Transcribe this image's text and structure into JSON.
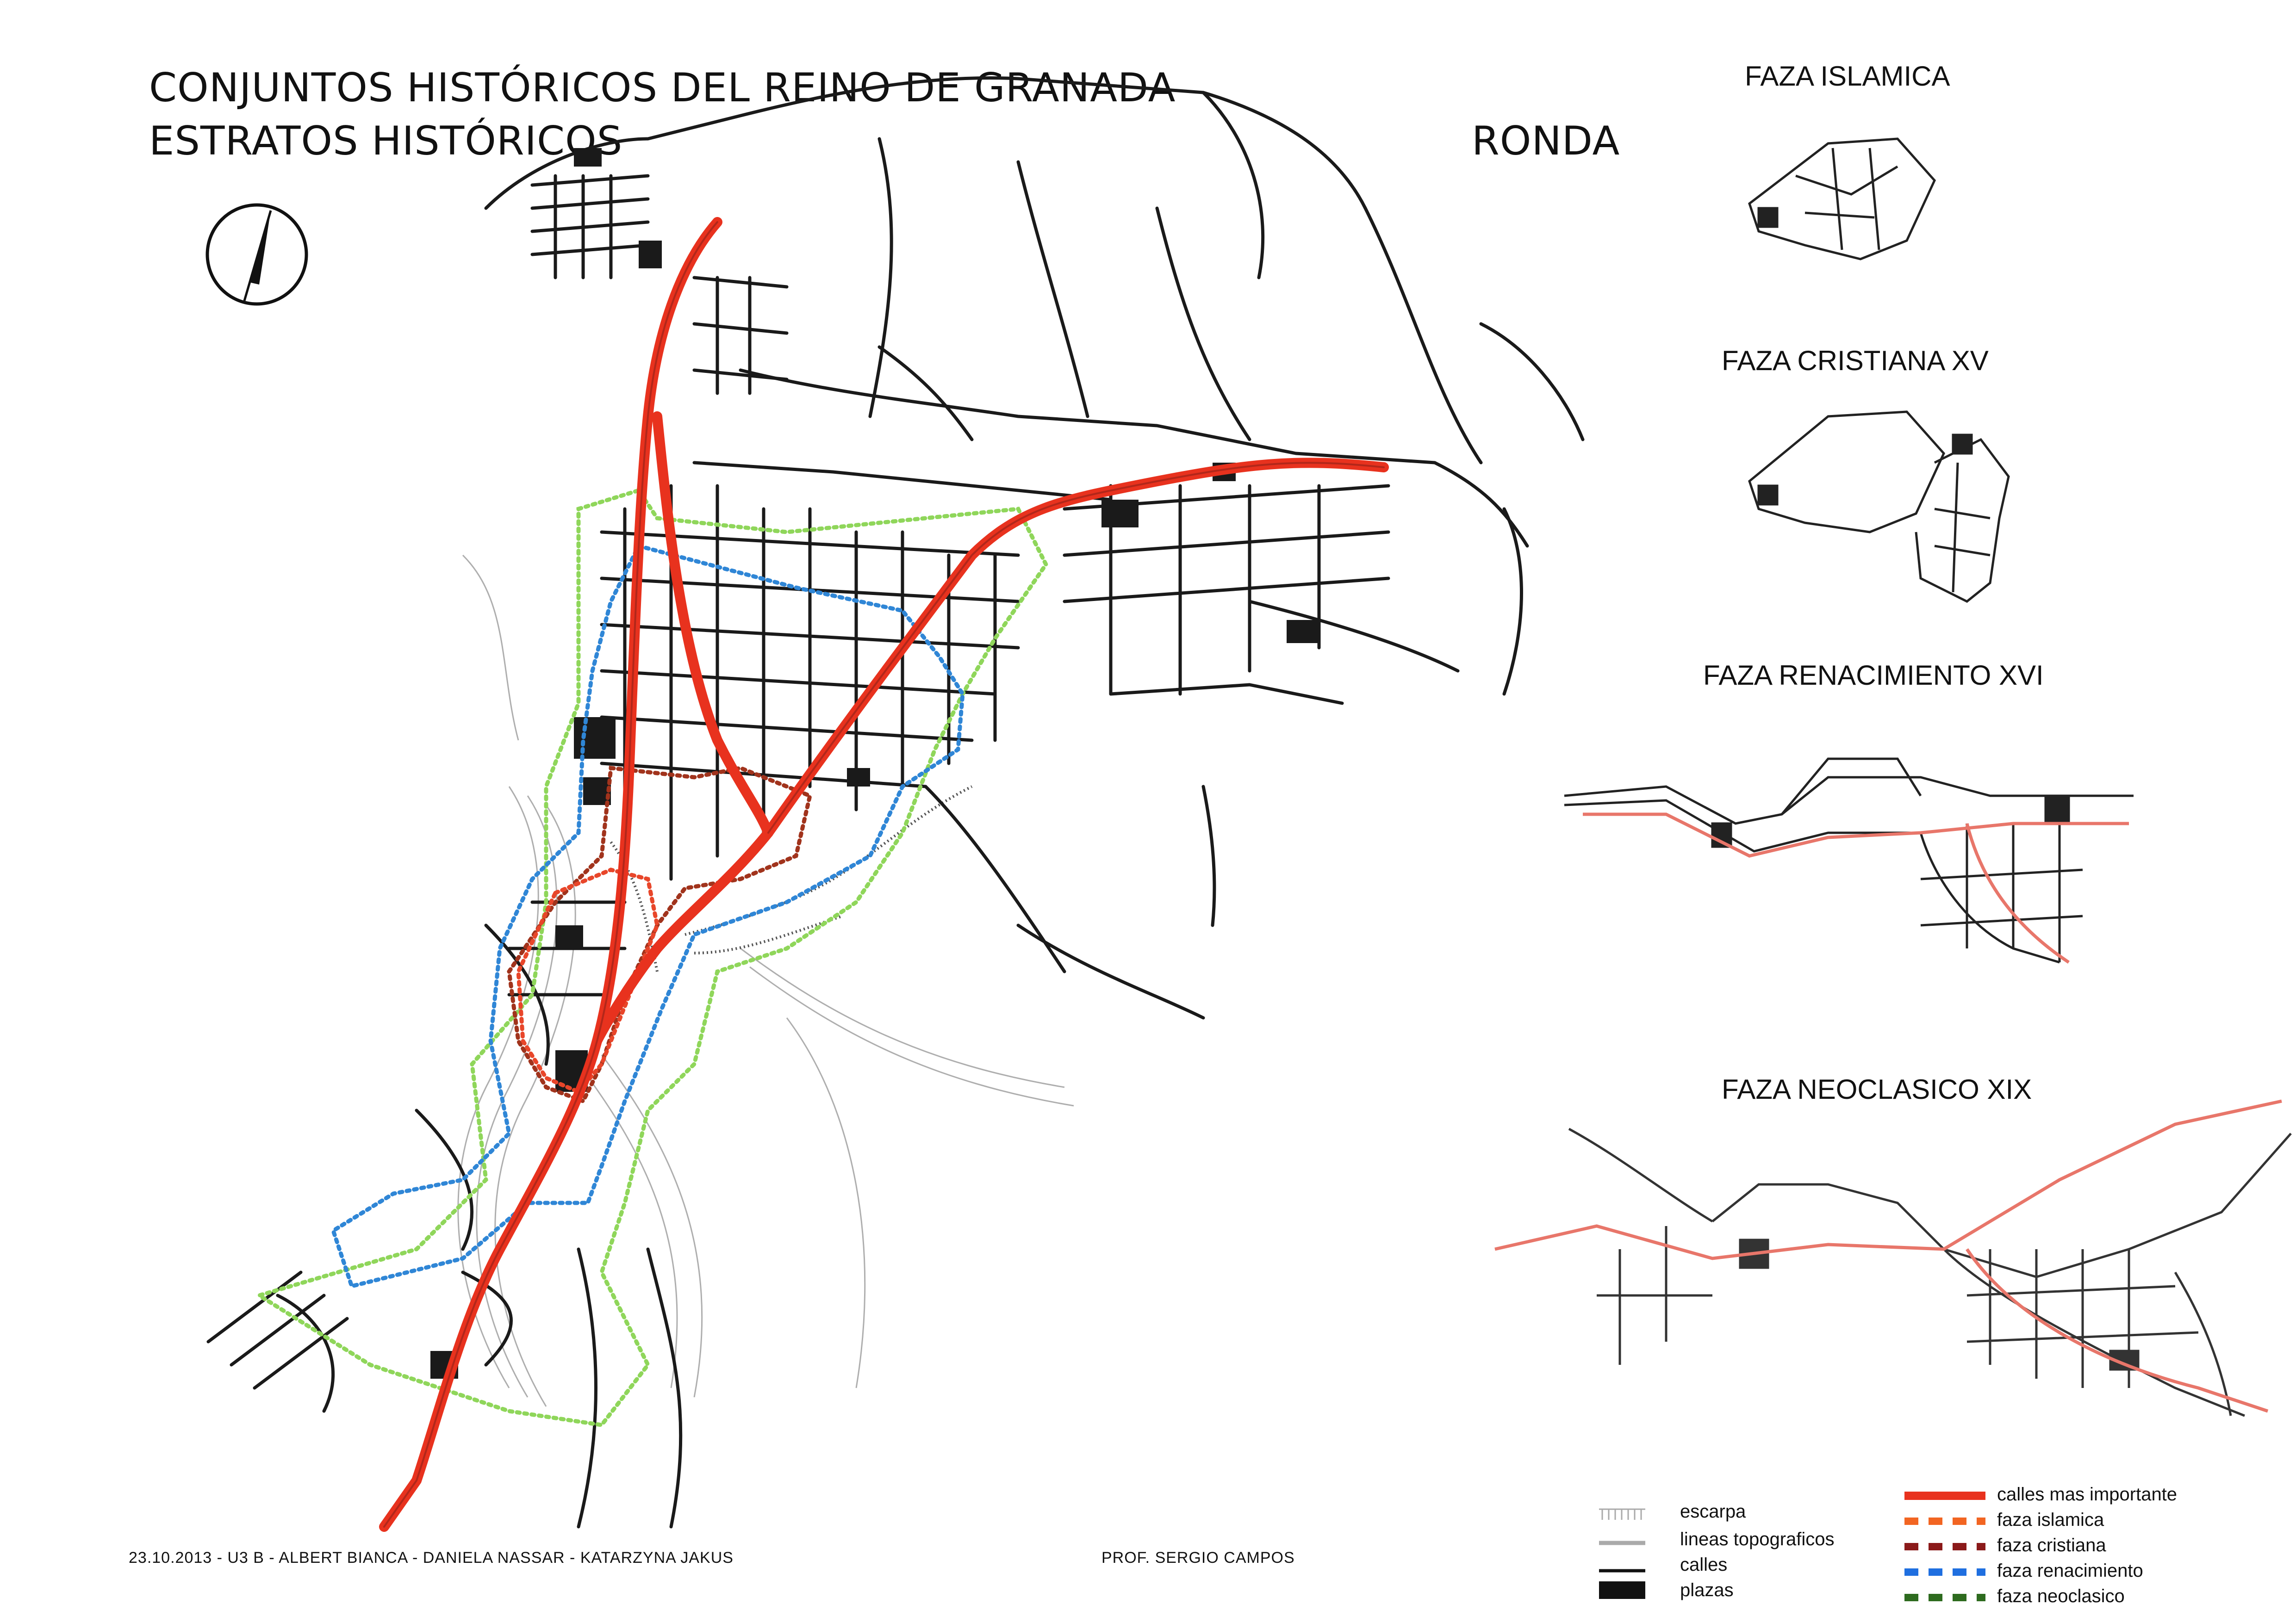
{
  "header": {
    "title_line1": "CONJUNTOS HISTÓRICOS DEL REINO DE GRANADA",
    "title_line2": "ESTRATOS HISTÓRICOS",
    "city": "RONDA"
  },
  "phases": [
    {
      "label": "FAZA ISLAMICA"
    },
    {
      "label": "FAZA CRISTIANA  XV"
    },
    {
      "label": "FAZA RENACIMIENTO   XVI"
    },
    {
      "label": "FAZA NEOCLASICO  XIX"
    }
  ],
  "legend_left": [
    {
      "label": "escarpa",
      "icon": "escarpa-hatch-icon"
    },
    {
      "label": "lineas topograficos",
      "icon": "grey-line-icon"
    },
    {
      "label": "calles",
      "icon": "black-line-icon"
    },
    {
      "label": "plazas",
      "icon": "black-fill-icon"
    }
  ],
  "legend_right": [
    {
      "label": "calles mas importante",
      "color": "#e8321e"
    },
    {
      "label": "faza islamica",
      "color": "#f26522"
    },
    {
      "label": "faza cristiana",
      "color": "#8b1a1a"
    },
    {
      "label": "faza renacimiento",
      "color": "#1f6fe0"
    },
    {
      "label": "faza neoclasico",
      "color": "#2e6b1f"
    }
  ],
  "footer": {
    "credits": "23.10.2013  -  U3 B  -  ALBERT BIANCA  -  DANIELA NASSAR  -  KATARZYNA JAKUS",
    "professor": "PROF. SERGIO CAMPOS"
  },
  "colors": {
    "main_street": "#e8321e",
    "neoclasico_boundary": "#8fd65a",
    "renacimiento_boundary": "#2f86d6",
    "cristiana_boundary": "#a1331c",
    "islamica_boundary": "#e8462a",
    "street": "#1a1a1a",
    "topo": "#9a9a9a"
  }
}
